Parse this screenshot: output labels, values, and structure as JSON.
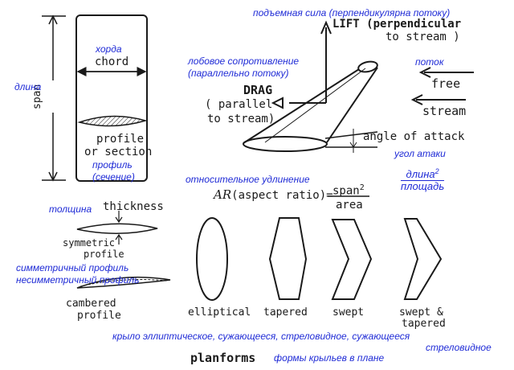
{
  "labels_en": {
    "chord": "chord",
    "span": "span",
    "profile": "profile",
    "or_section": "or section",
    "lift": "LIFT (perpendicular",
    "lift_2": "to stream )",
    "drag": "DRAG",
    "drag_paren_1": "( parallel",
    "drag_paren_2": "to stream)",
    "free": "free",
    "stream": "stream",
    "angle_of_attack": "angle of attack",
    "aspect_ratio": "(aspect ratio)",
    "aspect_eq": "=",
    "aspect_num": "span",
    "aspect_sq": "2",
    "aspect_den": "area",
    "thickness": "thickness",
    "symmetric": "symmetric",
    "symmetric_2": "profile",
    "cambered": "cambered",
    "cambered_2": "profile",
    "elliptical": "elliptical",
    "tapered": "tapered",
    "swept": "swept",
    "swept_tapered_1": "swept &",
    "swept_tapered_2": "tapered",
    "planforms": "planforms"
  },
  "labels_ru": {
    "lift": "подъемная сила (перпендикулярна потоку)",
    "chord": "хорда",
    "span": "длина",
    "drag_1": "лобовое сопротивление",
    "drag_2": "(параллельно потоку)",
    "stream": "поток",
    "profile": "профиль",
    "section": "(сечение)",
    "angle": "угол атаки",
    "aspect": "относительное удлинение",
    "frac_num": "длина",
    "frac_sq": "2",
    "frac_den": "площадь",
    "thickness": "толщина",
    "symmetric": "симметричный профиль",
    "cambered": "несимметричный профиль",
    "wing_types": "крыло  эллиптическое, сужающееся, стреловидное, сужающееся",
    "wing_types_2": "стреловидное",
    "planforms": "формы крыльев в плане"
  },
  "colors": {
    "ink": "#1a1a1a",
    "annotation": "#1f2bd6"
  },
  "icons": {
    "aspect_symbol": "AR"
  }
}
